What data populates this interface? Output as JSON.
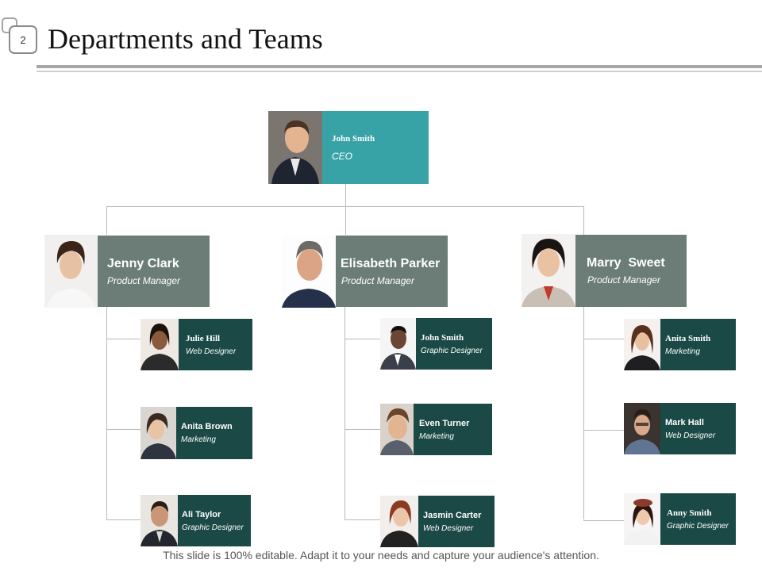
{
  "slide": {
    "number": "2",
    "title": "Departments and Teams",
    "footer": "This slide is 100% editable. Adapt it to your needs and capture your audience's attention."
  },
  "colors": {
    "ceo": "#38a3a6",
    "manager": "#6b7d76",
    "team": "#1b4a46",
    "connector": "#b9b9b9"
  },
  "ceo": {
    "name": "John Smith",
    "role": "CEO"
  },
  "managers": [
    {
      "name": "Jenny Clark",
      "role": "Product Manager",
      "team": [
        {
          "name": "Julie Hill",
          "role": "Web Designer"
        },
        {
          "name": "Anita Brown",
          "role": "Marketing"
        },
        {
          "name": "Ali Taylor",
          "role": "Graphic Designer"
        }
      ]
    },
    {
      "name": "Elisabeth Parker",
      "role": "Product Manager",
      "team": [
        {
          "name": "John Smith",
          "role": "Graphic Designer"
        },
        {
          "name": "Even Turner",
          "role": "Marketing"
        },
        {
          "name": "Jasmin Carter",
          "role": "Web Designer"
        }
      ]
    },
    {
      "name": "Marry  Sweet",
      "role": "Product Manager",
      "team": [
        {
          "name": "Anita Smith",
          "role": "Marketing"
        },
        {
          "name": "Mark Hall",
          "role": "Web Designer"
        },
        {
          "name": "Anny Smith",
          "role": "Graphic Designer"
        }
      ]
    }
  ]
}
